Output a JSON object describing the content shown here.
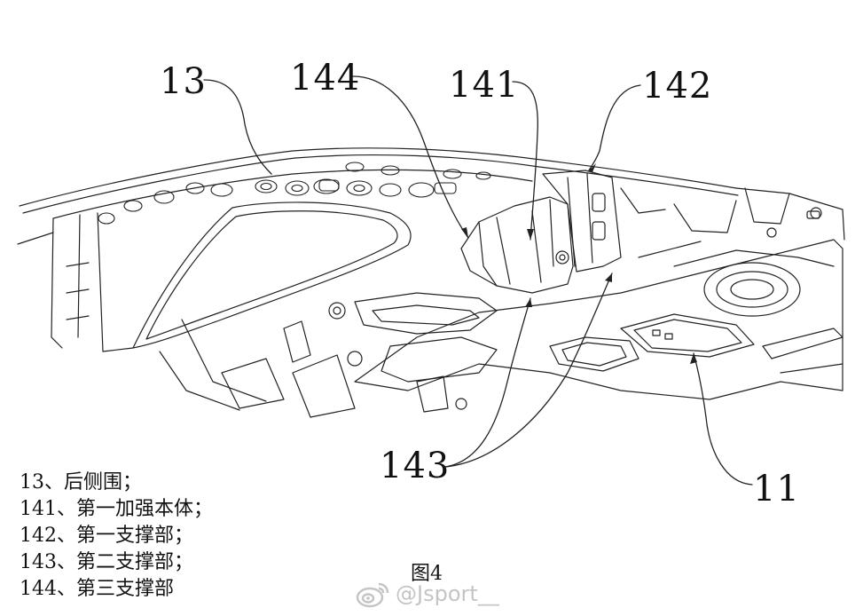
{
  "callouts": {
    "c13": "13",
    "c144": "144",
    "c141": "141",
    "c142": "142",
    "c143": "143",
    "c11": "11"
  },
  "legend": [
    "13、后侧围；",
    "141、第一加强本体；",
    "142、第一支撑部；",
    "143、第二支撑部；",
    "144、第三支撑部"
  ],
  "caption": "图4",
  "watermark": {
    "handle": "@Jsport__",
    "icon": "weibo-icon",
    "color": "#c4c4c4"
  }
}
